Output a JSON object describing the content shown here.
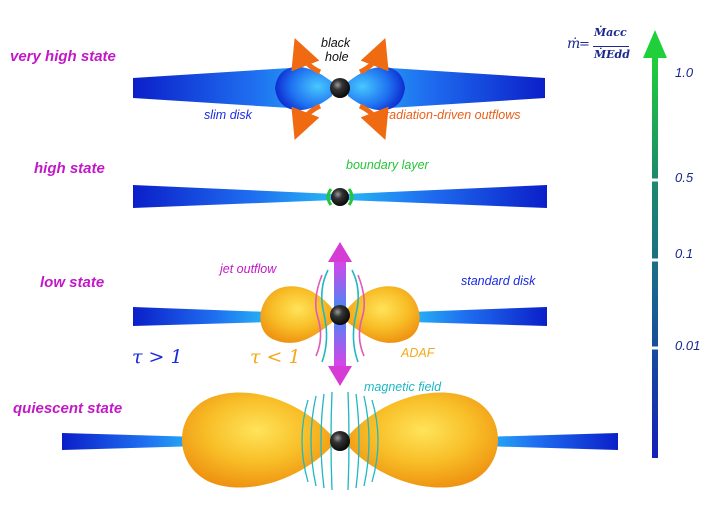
{
  "states": {
    "very_high": "very high state",
    "high": "high state",
    "low": "low state",
    "quiescent": "quiescent state"
  },
  "labels": {
    "black_hole_1": "black",
    "black_hole_2": "hole",
    "slim_disk": "slim disk",
    "radiation_outflows": "radiation-driven outflows",
    "boundary_layer": "boundary layer",
    "jet_outflow": "jet outflow",
    "standard_disk": "standard disk",
    "adaf": "ADAF",
    "magnetic_field": "magnetic field",
    "tau_gt": "τ > 1",
    "tau_lt": "τ < 1"
  },
  "scale": {
    "formula_lhs": "ṁ",
    "formula_eq": "=",
    "formula_num": "Ṁacc",
    "formula_den": "ṀEdd",
    "ticks": [
      "1.0",
      "0.5",
      "0.1",
      "0.01"
    ]
  },
  "colors": {
    "state_label": "#c219c8",
    "disk_blue": "#1f6ff0",
    "adaf_orange": "#f3a91a",
    "outflow_orange": "#f06a12",
    "boundary_green": "#27c43a",
    "jet_magenta": "#d63bd6",
    "field_cyan": "#1fb8c4",
    "scale_text": "#1b2a8c"
  }
}
